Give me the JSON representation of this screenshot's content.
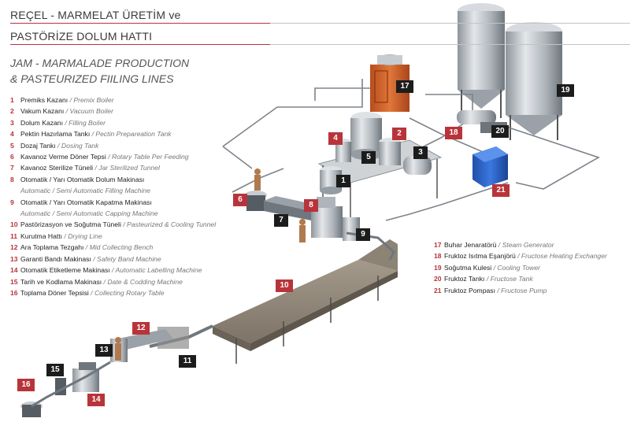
{
  "title": {
    "line1": "REÇEL - MARMELAT ÜRETİM ve",
    "line2": "PASTÖRİZE DOLUM HATTI",
    "en_line1": "JAM - MARMALADE PRODUCTION",
    "en_line2": "& PASTEURIZED FIILING LINES"
  },
  "legend_left": [
    {
      "num": "1",
      "tr": "Premiks Kazanı",
      "en": "Premix Boiler"
    },
    {
      "num": "2",
      "tr": "Vakum Kazanı",
      "en": "Vacuum Boiler"
    },
    {
      "num": "3",
      "tr": "Dolum Kazanı",
      "en": "Filling Boiler"
    },
    {
      "num": "4",
      "tr": "Pektin Hazırlama Tankı",
      "en": "Pectin Prepareation Tank"
    },
    {
      "num": "5",
      "tr": "Dozaj Tankı",
      "en": "Dosing Tank"
    },
    {
      "num": "6",
      "tr": "Kavanoz Verme Döner Tepsi",
      "en": "Rotary Table Per Feeding"
    },
    {
      "num": "7",
      "tr": "Kavanoz  Sterilize Tüneli",
      "en": "Jar Sterilized Tunnel"
    },
    {
      "num": "8",
      "tr": "Otomatik / Yarı Otomatik Dolum Makinası",
      "en_cont": "Automatic / Semi Automatic Filling Machine"
    },
    {
      "num": "9",
      "tr": "Otomatik / Yarı Otomatik Kapatma Makinası",
      "en_cont": "Automatic / Semi Automatic Capping Machine"
    },
    {
      "num": "10",
      "tr": "Pastörizasyon ve Soğutma Tüneli",
      "en": "Pasteurized & Cooling Tunnel"
    },
    {
      "num": "11",
      "tr": "Kurutma Hattı",
      "en": "Drying Line"
    },
    {
      "num": "12",
      "tr": "Ara Toplama Tezgahı",
      "en": "Mid Collecting Bench"
    },
    {
      "num": "13",
      "tr": "Garanti Bandı Makinası",
      "en": "Safety Band Machine"
    },
    {
      "num": "14",
      "tr": "Otomatik Etiketleme Makinası",
      "en": "Automatic Labelling Machine"
    },
    {
      "num": "15",
      "tr": "Tarih ve Kodlama Makinası",
      "en": "Date & Codding Machine"
    },
    {
      "num": "16",
      "tr": "Toplama Döner Tepsisi",
      "en": "Collecting Rotary Table"
    }
  ],
  "legend_right": [
    {
      "num": "17",
      "tr": "Buhar Jenaratörü",
      "en": "Steam Generator"
    },
    {
      "num": "18",
      "tr": "Fruktoz Isıtma Eşanjörü",
      "en": "Fructose Heating Exchanger"
    },
    {
      "num": "19",
      "tr": "Soğutma Kulesi",
      "en": "Cooling Tower"
    },
    {
      "num": "20",
      "tr": "Fruktoz Tankı",
      "en": "Fructose Tank"
    },
    {
      "num": "21",
      "tr": "Fruktoz Pompası",
      "en": "Fructose Pump"
    }
  ],
  "badges": [
    {
      "label": "1",
      "color": "#1c1c1c"
    },
    {
      "label": "2",
      "color": "#b8343a"
    },
    {
      "label": "3",
      "color": "#1c1c1c"
    },
    {
      "label": "4",
      "color": "#b8343a"
    },
    {
      "label": "5",
      "color": "#1c1c1c"
    },
    {
      "label": "6",
      "color": "#b8343a"
    },
    {
      "label": "7",
      "color": "#1c1c1c"
    },
    {
      "label": "8",
      "color": "#b8343a"
    },
    {
      "label": "9",
      "color": "#1c1c1c"
    },
    {
      "label": "10",
      "color": "#b8343a"
    },
    {
      "label": "11",
      "color": "#1c1c1c"
    },
    {
      "label": "12",
      "color": "#b8343a"
    },
    {
      "label": "13",
      "color": "#1c1c1c"
    },
    {
      "label": "14",
      "color": "#b8343a"
    },
    {
      "label": "15",
      "color": "#1c1c1c"
    },
    {
      "label": "16",
      "color": "#b8343a"
    },
    {
      "label": "17",
      "color": "#1c1c1c"
    },
    {
      "label": "18",
      "color": "#b8343a"
    },
    {
      "label": "19",
      "color": "#1c1c1c"
    },
    {
      "label": "20",
      "color": "#1c1c1c"
    },
    {
      "label": "21",
      "color": "#b8343a"
    }
  ],
  "colors": {
    "accent": "#b8343a",
    "steel": "#b9bec4",
    "steel_dark": "#7d848b",
    "conveyor": "#8c8375",
    "steam_generator": "#d2622a",
    "pump_blue": "#2a62c4"
  }
}
